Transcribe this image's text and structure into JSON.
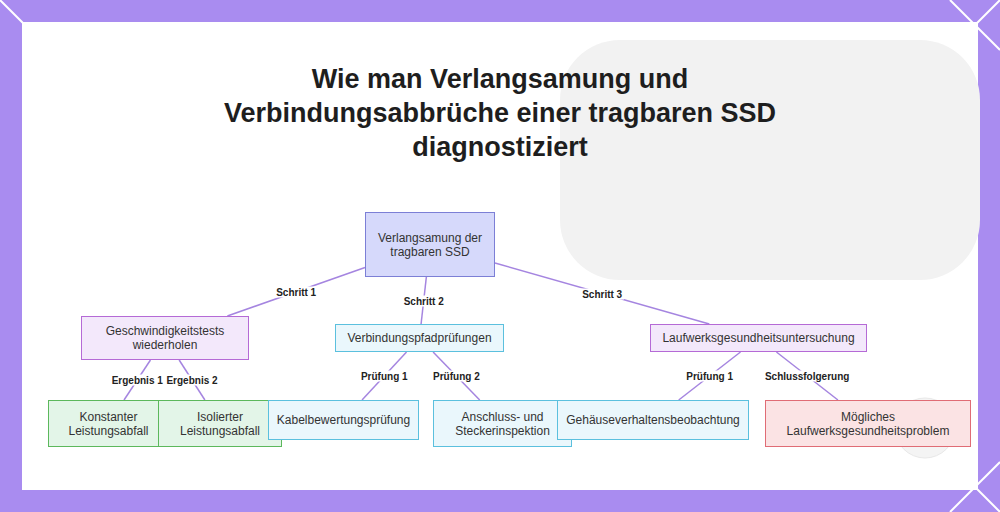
{
  "diagram": {
    "title": "Wie man Verlangsamung und Verbindungsabbrüche einer tragbaren SSD diagnostiziert",
    "nodes": [
      {
        "text": [
          "Verlangsamung der tragbaren SSD"
        ]
      },
      {
        "text": [
          "Geschwindigkeitstests wiederholen"
        ]
      },
      {
        "text": [
          "Verbindungspfadprüfungen"
        ]
      },
      {
        "text": [
          "Laufwerksgesundheitsuntersuchung"
        ]
      },
      {
        "text": [
          "Konstanter Leistungsabfall"
        ]
      },
      {
        "text": [
          "Isolierter Leistungsabfall"
        ]
      },
      {
        "text": [
          "Kabelbewertungsprüfung"
        ]
      },
      {
        "text": [
          "Anschluss- und Steckerinspektion"
        ]
      },
      {
        "text": [
          "Gehäuseverhaltensbeobachtung"
        ]
      },
      {
        "text": [
          "Mögliches Laufwerksgesundheitsproblem"
        ]
      }
    ],
    "edges": [
      {
        "from": 0,
        "to": 1,
        "label": "Schritt 1",
        "arrow": "none"
      },
      {
        "from": 0,
        "to": 2,
        "label": "Schritt 2",
        "arrow": "none"
      },
      {
        "from": 0,
        "to": 3,
        "label": "Schritt 3",
        "arrow": "none"
      },
      {
        "from": 1,
        "to": 4,
        "label": "Ergebnis 1",
        "arrow": "none"
      },
      {
        "from": 1,
        "to": 5,
        "label": "Ergebnis 2",
        "arrow": "none"
      },
      {
        "from": 2,
        "to": 6,
        "label": "Prüfung 1",
        "arrow": "none"
      },
      {
        "from": 2,
        "to": 7,
        "label": "Prüfung 2",
        "arrow": "none"
      },
      {
        "from": 3,
        "to": 8,
        "label": "Prüfung 1",
        "arrow": "none"
      },
      {
        "from": 3,
        "to": 9,
        "label": "Schlussfolgerung",
        "arrow": "none"
      }
    ]
  }
}
